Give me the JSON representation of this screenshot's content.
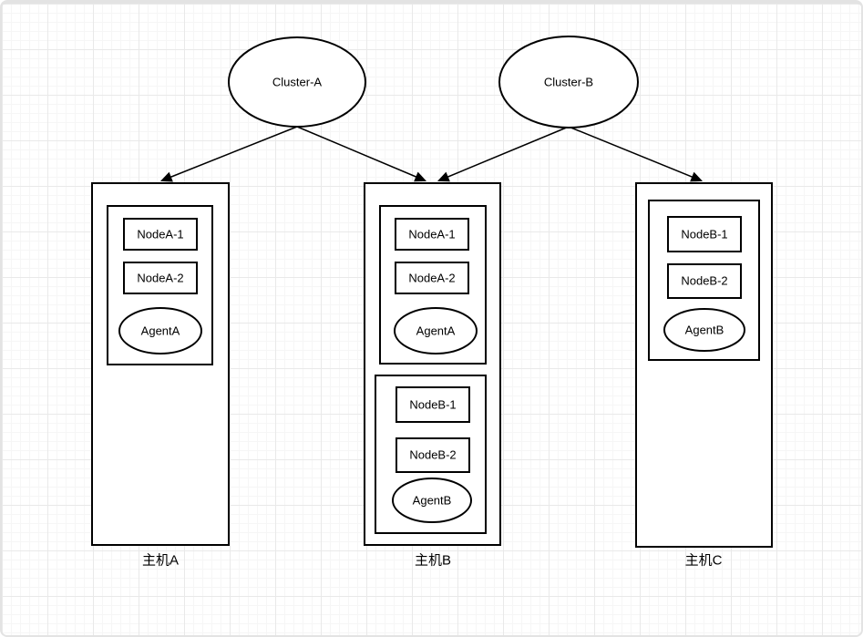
{
  "diagram": {
    "clusters": [
      {
        "label": "Cluster-A"
      },
      {
        "label": "Cluster-B"
      }
    ],
    "hosts": [
      {
        "label": "主机A",
        "groups": [
          {
            "nodes": [
              {
                "label": "NodeA-1"
              },
              {
                "label": "NodeA-2"
              }
            ],
            "agent": {
              "label": "AgentA"
            }
          }
        ]
      },
      {
        "label": "主机B",
        "groups": [
          {
            "nodes": [
              {
                "label": "NodeA-1"
              },
              {
                "label": "NodeA-2"
              }
            ],
            "agent": {
              "label": "AgentA"
            }
          },
          {
            "nodes": [
              {
                "label": "NodeB-1"
              },
              {
                "label": "NodeB-2"
              }
            ],
            "agent": {
              "label": "AgentB"
            }
          }
        ]
      },
      {
        "label": "主机C",
        "groups": [
          {
            "nodes": [
              {
                "label": "NodeB-1"
              },
              {
                "label": "NodeB-2"
              }
            ],
            "agent": {
              "label": "AgentB"
            }
          }
        ]
      }
    ],
    "edges": [
      {
        "from": "Cluster-A",
        "to": "主机A"
      },
      {
        "from": "Cluster-A",
        "to": "主机B"
      },
      {
        "from": "Cluster-B",
        "to": "主机B"
      },
      {
        "from": "Cluster-B",
        "to": "主机C"
      }
    ],
    "colors": {
      "shape_stroke": "#000000",
      "shape_fill": "#ffffff",
      "text": "#000000",
      "grid_minor": "#f6f6f6",
      "grid_major": "#e9e9e9",
      "frame_border": "#e3e3e3"
    }
  }
}
